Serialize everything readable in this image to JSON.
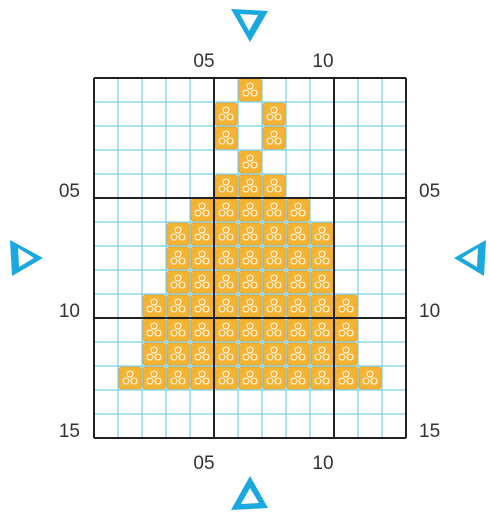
{
  "pattern": {
    "cols": 13,
    "rows": 15,
    "colors": {
      "grid_line": "#5ec4dc",
      "major_line": "#222222",
      "bead_fill": "#f6b233",
      "bead_stroke": "#d99a1e",
      "bead_dot": "#ffffff",
      "arrow": "#1aa8e0"
    },
    "top_labels": [
      "05",
      "10"
    ],
    "bottom_labels": [
      "05",
      "10"
    ],
    "left_labels": [
      "05",
      "10",
      "15"
    ],
    "right_labels": [
      "05",
      "10",
      "15"
    ],
    "center_markers": [
      "arrow-top",
      "arrow-bottom",
      "arrow-left",
      "arrow-right"
    ],
    "filled_rows": [
      {
        "row": 1,
        "cols": [
          7
        ]
      },
      {
        "row": 2,
        "cols": [
          6,
          8
        ]
      },
      {
        "row": 3,
        "cols": [
          6,
          8
        ]
      },
      {
        "row": 4,
        "cols": [
          7
        ]
      },
      {
        "row": 5,
        "cols": [
          6,
          7,
          8
        ]
      },
      {
        "row": 6,
        "cols": [
          5,
          6,
          7,
          8,
          9
        ]
      },
      {
        "row": 7,
        "cols": [
          4,
          5,
          6,
          7,
          8,
          9,
          10
        ]
      },
      {
        "row": 8,
        "cols": [
          4,
          5,
          6,
          7,
          8,
          9,
          10
        ]
      },
      {
        "row": 9,
        "cols": [
          4,
          5,
          6,
          7,
          8,
          9,
          10
        ]
      },
      {
        "row": 10,
        "cols": [
          3,
          4,
          5,
          6,
          7,
          8,
          9,
          10,
          11
        ]
      },
      {
        "row": 11,
        "cols": [
          3,
          4,
          5,
          6,
          7,
          8,
          9,
          10,
          11
        ]
      },
      {
        "row": 12,
        "cols": [
          3,
          4,
          5,
          6,
          7,
          8,
          9,
          10,
          11
        ]
      },
      {
        "row": 13,
        "cols": [
          2,
          3,
          4,
          5,
          6,
          7,
          8,
          9,
          10,
          11,
          12
        ]
      }
    ]
  }
}
